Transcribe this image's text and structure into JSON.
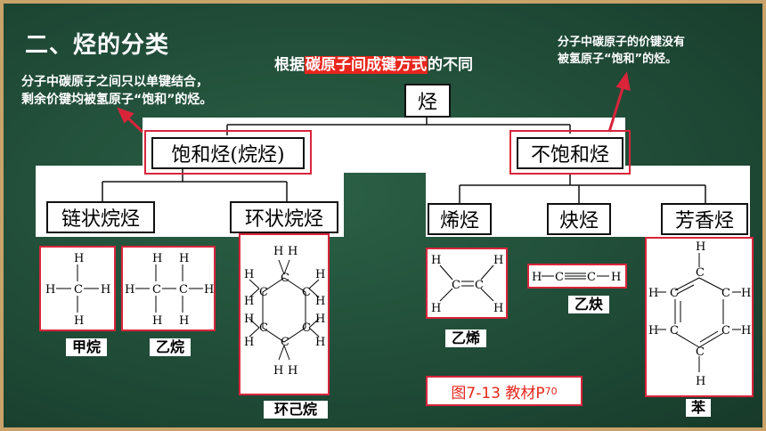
{
  "heading": "二、烃的分类",
  "method_note": {
    "prefix": "根据",
    "highlight": "碳原子间成键方式",
    "suffix": "的不同"
  },
  "left_note": {
    "line1": "分子中碳原子之间只以单键结合，",
    "line2": "剩余价键均被氢原子“饱和”的烃。"
  },
  "right_note": {
    "line1": "分子中碳原子的价键没有",
    "line2": "被氢原子“饱和”的烃。"
  },
  "tree": {
    "root": "烃",
    "saturated": "饱和烃(烷烃)",
    "unsaturated": "不饱和烃",
    "chain_alkane": "链状烷烃",
    "cyclic_alkane": "环状烷烃",
    "alkene": "烯烃",
    "alkyne": "炔烃",
    "aromatic": "芳香烃"
  },
  "molecules": {
    "methane": "甲烷",
    "ethane": "乙烷",
    "cyclohexane": "环己烷",
    "ethylene": "乙烯",
    "acetylene": "乙炔",
    "benzene": "苯"
  },
  "atoms": {
    "H": "H",
    "C": "C"
  },
  "figure_caption": {
    "text": "图7-13 教材P",
    "sub": "70"
  },
  "colors": {
    "board": "#1f4a36",
    "frame": "#c9a36a",
    "accent_red": "#d9243a",
    "highlight": "#e8261c"
  }
}
